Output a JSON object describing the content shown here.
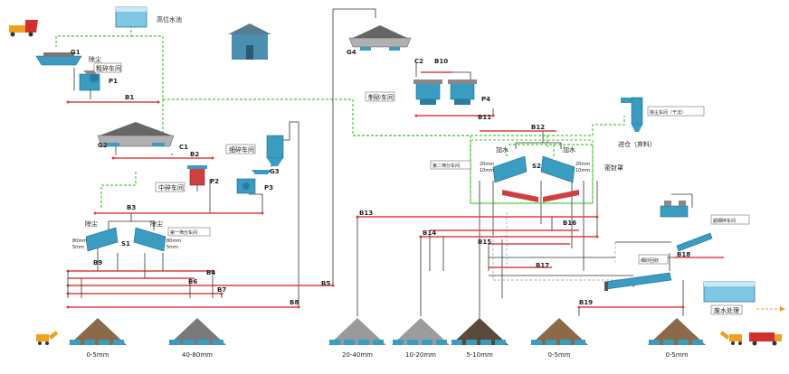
{
  "labels": {
    "water_tank": "高位水池",
    "coarse_workshop": "粗碎车间",
    "dedust_1": "除尘",
    "mid_workshop": "中碎车间",
    "fine_workshop": "细碎车间",
    "screen1_workshop": "第一筛分车间",
    "dedust_s1_left": "除尘",
    "dedust_s1_right": "除尘",
    "sand_workshop": "制砂车间",
    "dedust_workshop": "除尘车间（干法）",
    "warehouse": "进仓（弃料）",
    "add_water_left": "加水",
    "add_water_right": "加水",
    "screen2_workshop": "第二筛分车间",
    "sealed_cover": "密封罩",
    "ultra_fine_workshop": "超细碎车间",
    "fine_sand_recovery": "细砂回收",
    "wastewater": "废水处理"
  },
  "codes": {
    "G1": "G1",
    "P1": "P1",
    "B1": "B1",
    "G2": "G2",
    "C1": "C1",
    "B2": "B2",
    "P2": "P2",
    "G3": "G3",
    "P3": "P3",
    "B3": "B3",
    "S1": "S1",
    "B9": "B9",
    "B4": "B4",
    "B6": "B6",
    "B7": "B7",
    "B8": "B8",
    "B5": "B5",
    "G4": "G4",
    "C2": "C2",
    "B10": "B10",
    "P4": "P4",
    "B11": "B11",
    "B12": "B12",
    "S2": "S2",
    "B13": "B13",
    "B14": "B14",
    "B15": "B15",
    "B16": "B16",
    "B17": "B17",
    "B18": "B18",
    "B19": "B19"
  },
  "mesh_labels": {
    "s1_left_a": "80mm",
    "s1_left_b": "5mm",
    "s1_right_a": "80mm",
    "s1_right_b": "5mm",
    "s2_left_a": "20mm",
    "s2_left_b": "10mm",
    "s2_right_a": "20mm",
    "s2_right_b": "10mm"
  },
  "piles": [
    {
      "label": "0-5mm",
      "color": "#8a6a48"
    },
    {
      "label": "40-80mm",
      "color": "#7a7a7a"
    },
    {
      "label": "20-40mm",
      "color": "#9a9a9a"
    },
    {
      "label": "10-20mm",
      "color": "#9c9c9c"
    },
    {
      "label": "5-10mm",
      "color": "#5a4a3a"
    },
    {
      "label": "0-5mm",
      "color": "#8a6a48"
    },
    {
      "label": "0-5mm",
      "color": "#8a6a48"
    }
  ],
  "colors": {
    "belt": "#e04040",
    "water_line": "#44cc33",
    "equipment": "#3a9cc0",
    "line": "#333333"
  }
}
